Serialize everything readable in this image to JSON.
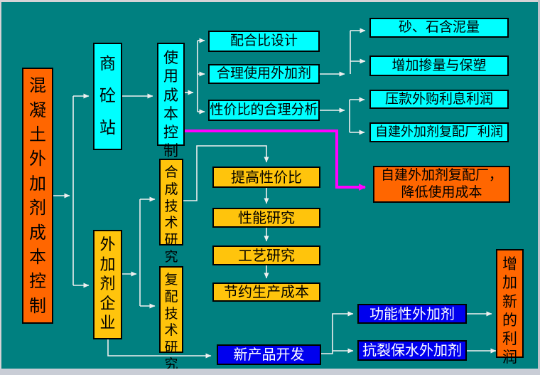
{
  "colors": {
    "background": "#008080",
    "node_cyan": "#00ffff",
    "node_orange": "#ff6600",
    "node_yellow": "#ffc40c",
    "node_blue": "#0000ee",
    "connector": "#efefef",
    "highlight_connector": "#ff00ff"
  },
  "nodes": {
    "main": {
      "label": "混凝土外加剂成本控制"
    },
    "ready_mix_station": {
      "label": "商砼站"
    },
    "usage_cost_control": {
      "label": "使用成本控制"
    },
    "mix_design": {
      "label": "配合比设计"
    },
    "rational_use": {
      "label": "合理使用外加剂"
    },
    "cost_performance_analysis": {
      "label": "性价比的合理分析"
    },
    "sand_mud_content": {
      "label": "砂、石含泥量"
    },
    "increase_dosage": {
      "label": "增加掺量与保塑"
    },
    "payment_interest_profit": {
      "label": "压款外购利息利润"
    },
    "own_plant_profit": {
      "label": "自建外加剂复配厂利润"
    },
    "own_plant_lower_cost": {
      "label": "自建外加剂复配厂，降低使用成本"
    },
    "admixture_enterprise": {
      "label": "外加剂企业"
    },
    "synthesis_research": {
      "label": "合成技术研究"
    },
    "compound_research": {
      "label": "复配技术研究"
    },
    "improve_cost_performance": {
      "label": "提高性价比"
    },
    "performance_research": {
      "label": "性能研究"
    },
    "process_research": {
      "label": "工艺研究"
    },
    "save_production_cost": {
      "label": "节约生产成本"
    },
    "new_product_dev": {
      "label": "新产品开发"
    },
    "functional_admixture": {
      "label": "功能性外加剂"
    },
    "crack_resist_admixture": {
      "label": "抗裂保水外加剂"
    },
    "new_profit": {
      "label": "增加新的利润"
    }
  }
}
